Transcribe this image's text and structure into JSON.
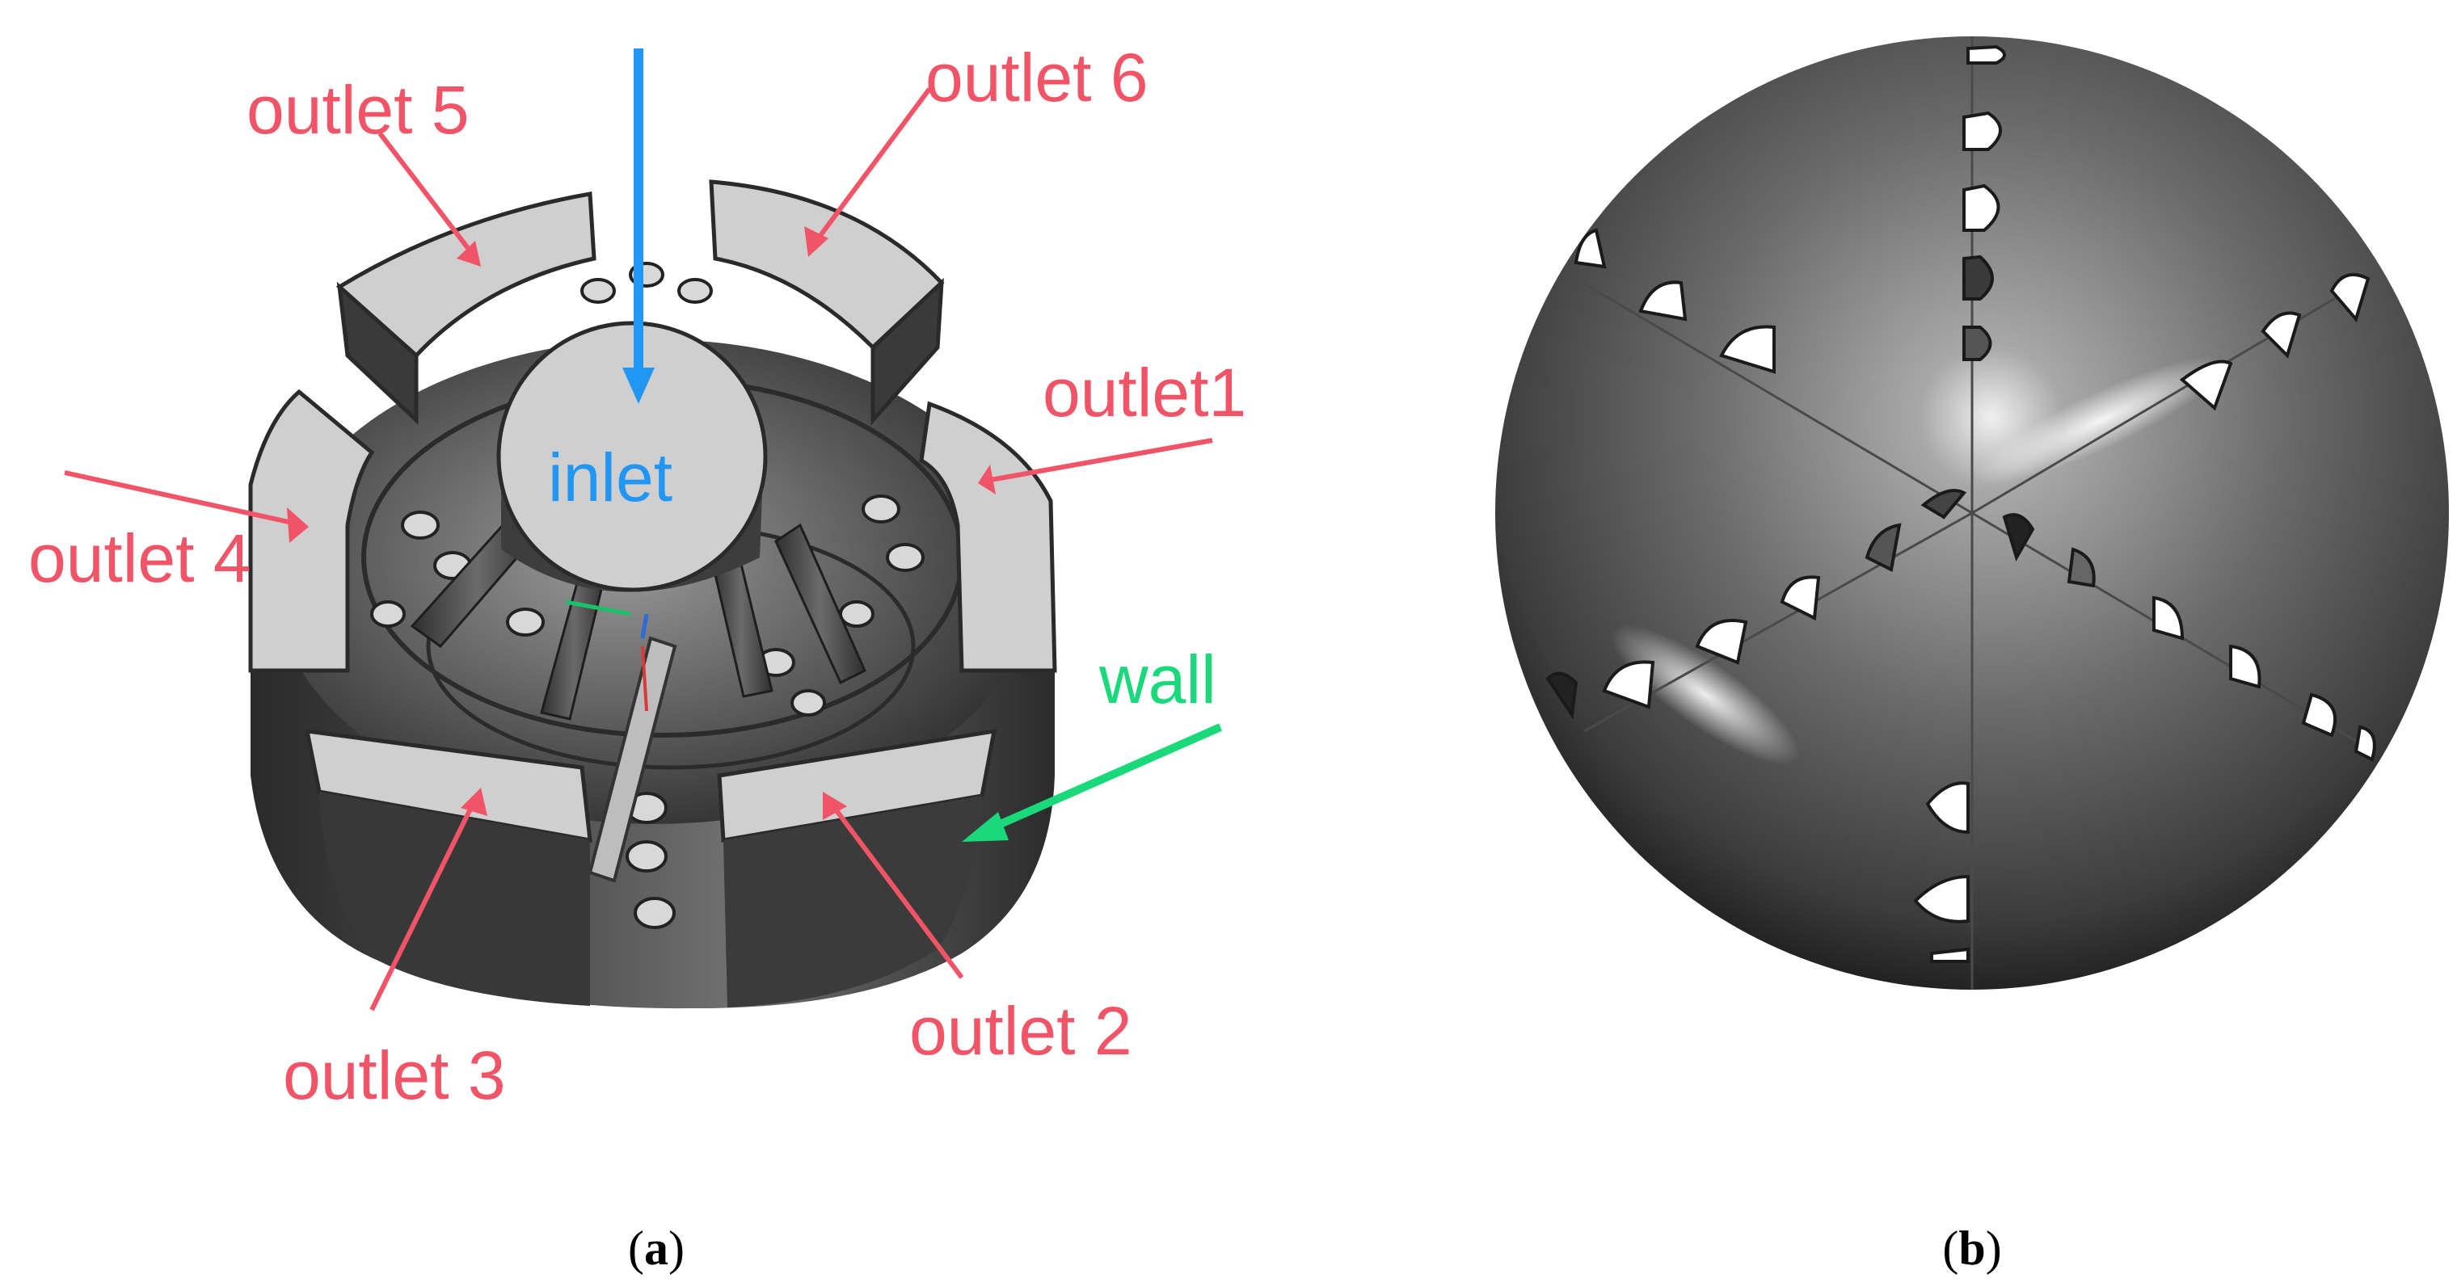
{
  "panels": [
    {
      "caption_open": "(",
      "caption_letter": "a",
      "caption_close": ")",
      "labels": {
        "inlet": "inlet",
        "outlet1": "outlet1",
        "outlet2": "outlet 2",
        "outlet3": "outlet 3",
        "outlet4": "outlet 4",
        "outlet5": "outlet 5",
        "outlet6": "outlet 6",
        "wall": "wall"
      }
    },
    {
      "caption_open": "(",
      "caption_letter": "b",
      "caption_close": ")"
    }
  ],
  "colors": {
    "outlet_label": "#f05466",
    "inlet_label": "#2196f3",
    "wall_label": "#19d97a",
    "face_grey": "#cfcfcf",
    "dark_metal": "#3a3a3a"
  }
}
